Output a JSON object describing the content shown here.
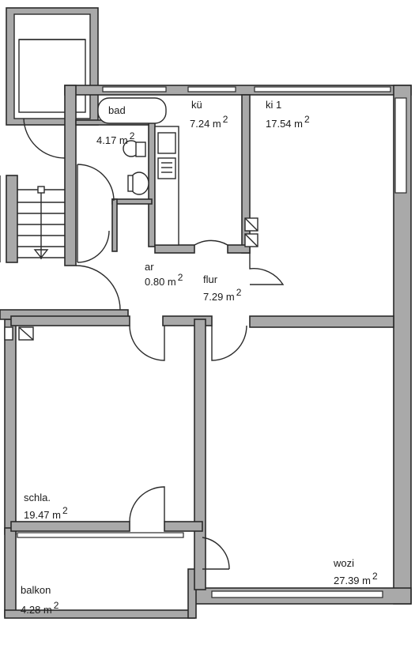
{
  "rooms": {
    "bad": {
      "name": "bad",
      "area": "4.17 m",
      "exp": "2"
    },
    "kue": {
      "name": "kü",
      "area": "7.24 m",
      "exp": "2"
    },
    "ki1": {
      "name": "ki 1",
      "area": "17.54 m",
      "exp": "2"
    },
    "ar": {
      "name": "ar",
      "area": "0.80 m",
      "exp": "2"
    },
    "flur": {
      "name": "flur",
      "area": "7.29 m",
      "exp": "2"
    },
    "schla": {
      "name": "schla.",
      "area": "19.47 m",
      "exp": "2"
    },
    "wozi": {
      "name": "wozi",
      "area": "27.39 m",
      "exp": "2"
    },
    "balkon": {
      "name": "balkon",
      "area": "4.28 m",
      "exp": "2"
    }
  },
  "colors": {
    "wall": "#a9a9a9",
    "line": "#2a2a2a",
    "background": "#ffffff"
  }
}
